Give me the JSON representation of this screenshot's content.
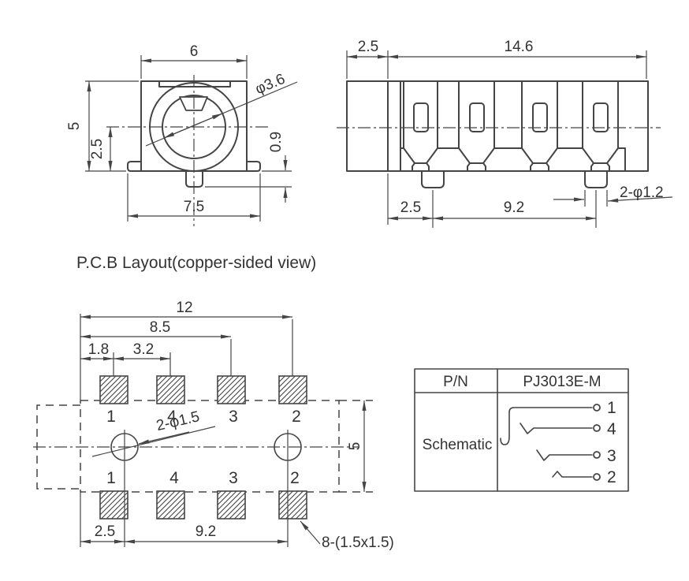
{
  "drawing": {
    "title": "P.C.B Layout(copper-sided view)",
    "front_view": {
      "dim_top_width": "6",
      "dim_height": "5",
      "dim_center_height": "2.5",
      "dim_jack_hole": "φ3.6",
      "dim_standoff": "0.9",
      "dim_bottom_width": "7.5"
    },
    "side_view": {
      "dim_front_depth": "2.5",
      "dim_body_length": "14.6",
      "dim_peg_offset": "2.5",
      "dim_peg_spacing": "9.2",
      "dim_pegs": "2-φ1.2"
    },
    "pcb_layout": {
      "dim_overall": "12",
      "dim_pad3_span": "8.5",
      "dim_pad1_offset": "1.8",
      "dim_pad_pitch": "3.2",
      "dim_holes": "2-φ1.5",
      "dim_row_spacing": "5",
      "dim_hole_offset": "2.5",
      "dim_hole_spacing": "9.2",
      "dim_pad_size": "8-(1.5x1.5)",
      "pad_labels_top": [
        "1",
        "4",
        "3",
        "2"
      ],
      "pad_labels_bottom": [
        "1",
        "4",
        "3",
        "2"
      ]
    },
    "spec_table": {
      "pn_label": "P/N",
      "pn_value": "PJ3013E-M",
      "schematic_label": "Schematic",
      "pin_labels": [
        "1",
        "4",
        "3",
        "2"
      ]
    }
  }
}
